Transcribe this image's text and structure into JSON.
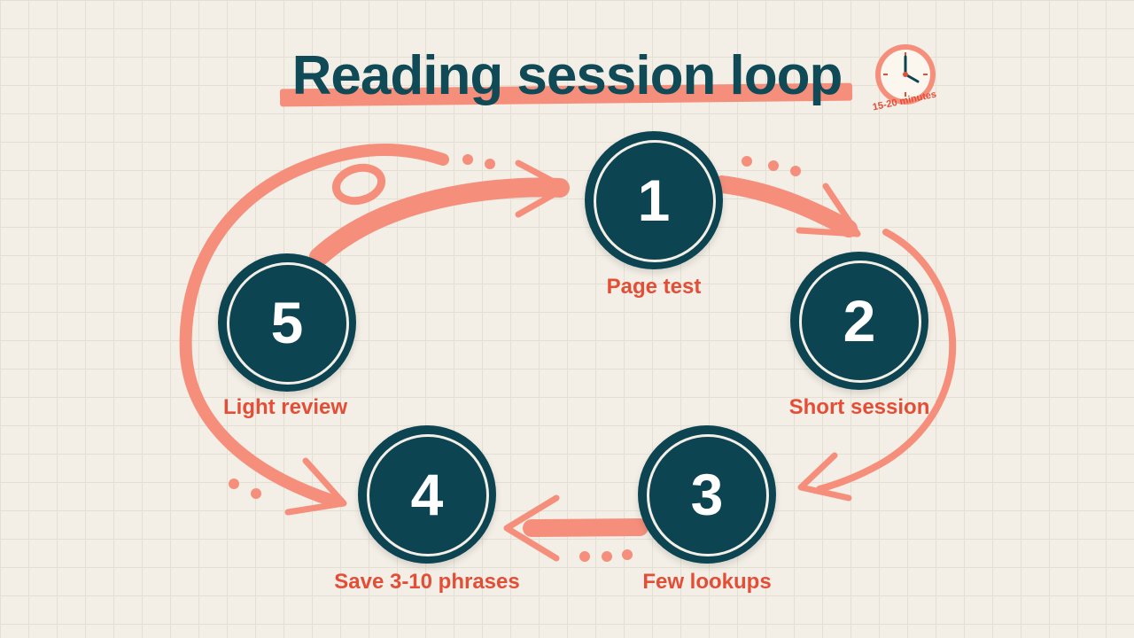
{
  "title": "Reading session loop",
  "timer": {
    "icon": "clock-icon",
    "caption": "15-20 minutes"
  },
  "steps": [
    {
      "number": "1",
      "label": "Page test"
    },
    {
      "number": "2",
      "label": "Short session"
    },
    {
      "number": "3",
      "label": "Few lookups"
    },
    {
      "number": "4",
      "label": "Save 3-10 phrases"
    },
    {
      "number": "5",
      "label": "Light review"
    }
  ],
  "colors": {
    "accent": "#f58f7c",
    "label": "#e44d36",
    "node": "#0d4451",
    "title": "#0f4a56",
    "background": "#f3efe6"
  }
}
